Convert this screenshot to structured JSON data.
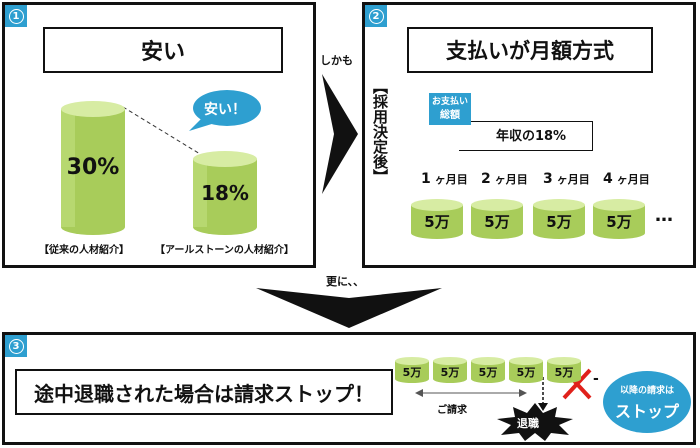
{
  "panel1": {
    "number": "1",
    "title": "安い",
    "bars": [
      {
        "value": "30%",
        "caption": "【従来の人材紹介】"
      },
      {
        "value": "18%",
        "caption": "【アールストーンの人材紹介】"
      }
    ],
    "bubble": "安い！"
  },
  "between_1_2": "しかも",
  "panel2": {
    "number": "2",
    "title": "支払いが月額方式",
    "vertical_label": "【採用決定後】",
    "total_tag": [
      "お支払い",
      "総額"
    ],
    "total_text": "年収の18%",
    "months": [
      {
        "n": "1",
        "unit": "ヶ月目"
      },
      {
        "n": "2",
        "unit": "ヶ月目"
      },
      {
        "n": "3",
        "unit": "ヶ月目"
      },
      {
        "n": "4",
        "unit": "ヶ月目"
      }
    ],
    "coin_label": "5万",
    "ellipsis": "…"
  },
  "between_2_3": "更に、、",
  "panel3": {
    "number": "3",
    "title": "途中退職された場合は請求ストップ！",
    "coin_label": "5万",
    "billing_label": "ご請求",
    "resign_label": "退職",
    "stop_small": "以降の請求は",
    "stop_big": "ストップ"
  },
  "colors": {
    "accent": "#2e9fd0",
    "cylinder": "#a8cc5a",
    "cylinder_top": "#d7eca3",
    "stop": "#e0211b"
  }
}
